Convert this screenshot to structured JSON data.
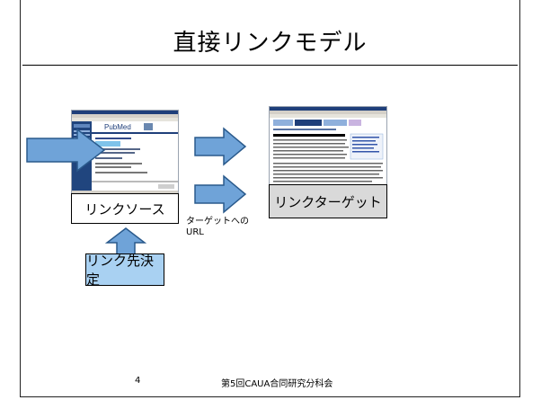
{
  "slide": {
    "title": "直接リンクモデル",
    "page_number": "4",
    "footer_text": "第5回CAUA合同研究分科会"
  },
  "diagram": {
    "source_label": "リンクソース",
    "target_label": "リンクターゲット",
    "decision_label": "リンク先決定",
    "url_note_line1": "ターゲットへの",
    "url_note_line2": "URL"
  },
  "colors": {
    "arrow_fill": "#6fa3d8",
    "arrow_stroke": "#2a5a8c",
    "decision_fill": "#a9d1f2",
    "target_fill": "#d9d9d9"
  },
  "icons": [
    "left-block-arrow",
    "right-block-arrow",
    "up-block-arrow"
  ]
}
